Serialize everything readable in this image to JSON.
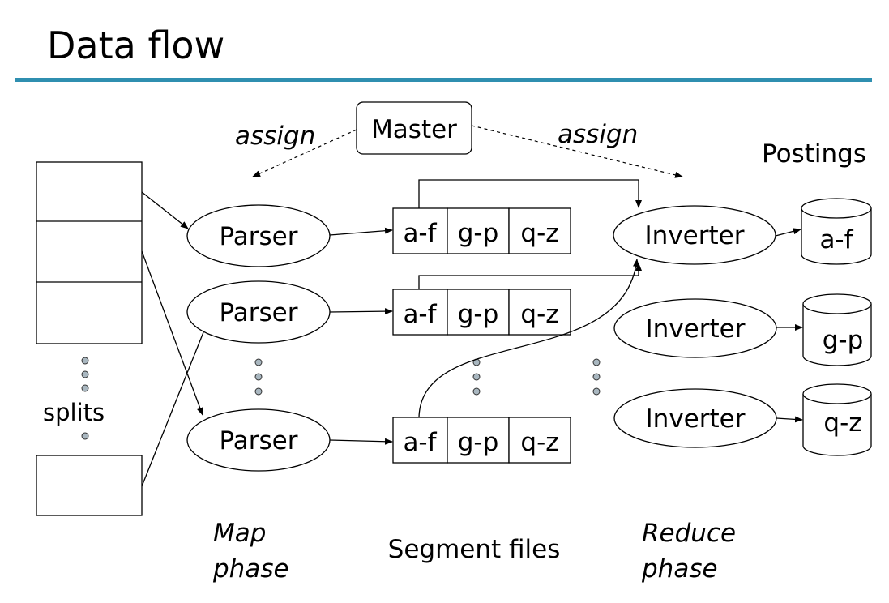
{
  "title": "Data flow",
  "master": "Master",
  "assign_left": "assign",
  "assign_right": "assign",
  "postings": "Postings",
  "splits": "splits",
  "parsers": [
    "Parser",
    "Parser",
    "Parser"
  ],
  "inverters": [
    "Inverter",
    "Inverter",
    "Inverter"
  ],
  "segments": [
    [
      "a-f",
      "g-p",
      "q-z"
    ],
    [
      "a-f",
      "g-p",
      "q-z"
    ],
    [
      "a-f",
      "g-p",
      "q-z"
    ]
  ],
  "postings_files": [
    "a-f",
    "g-p",
    "q-z"
  ],
  "map_phase": [
    "Map",
    "phase"
  ],
  "segment_files": "Segment files",
  "reduce_phase": [
    "Reduce",
    "phase"
  ],
  "colors": {
    "title_rule": "#2f8fb0",
    "dot_fill": "#a9b7c0"
  }
}
